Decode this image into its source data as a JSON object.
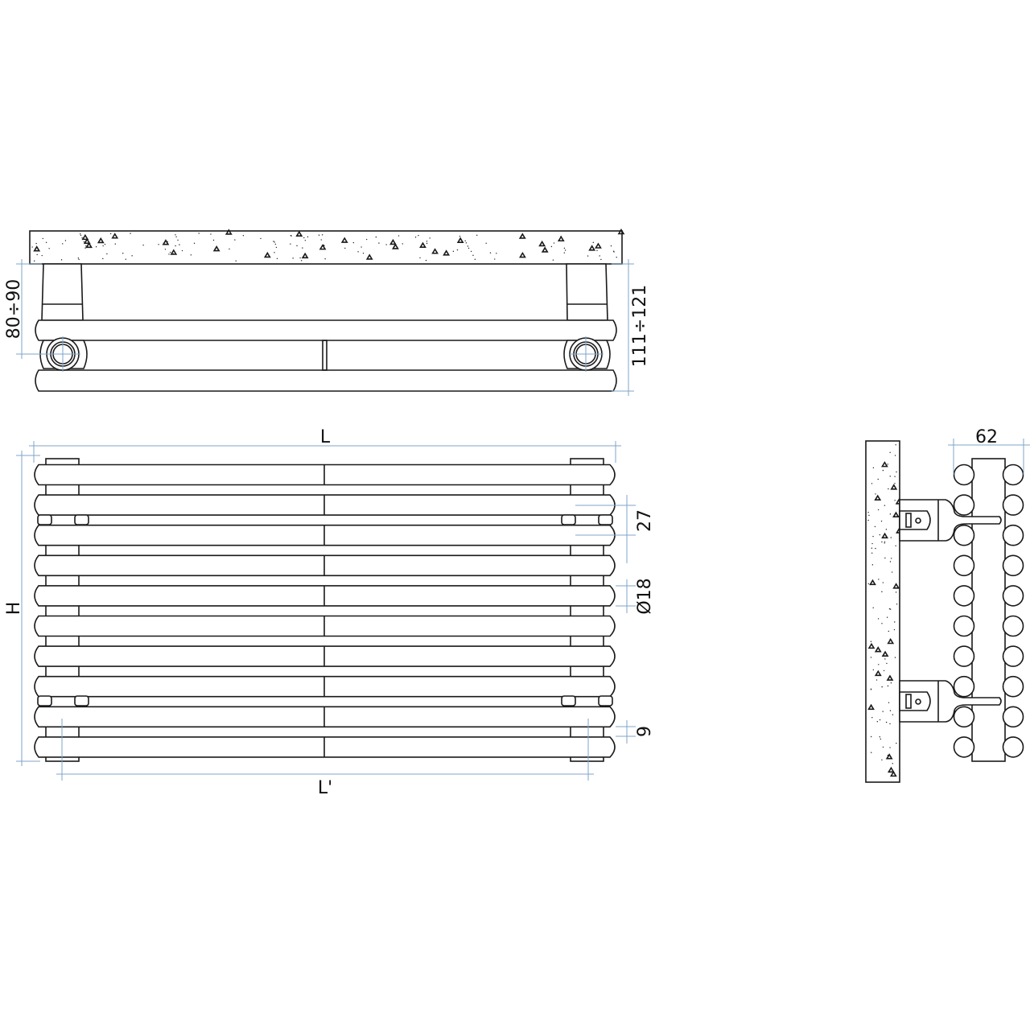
{
  "views": {
    "top": {
      "dim_depth_label": "80÷90",
      "dim_total_label": "111÷121"
    },
    "front": {
      "dim_length_label": "L",
      "dim_height_label": "H",
      "dim_pitch_label": "27",
      "dim_tube_label": "Ø18",
      "dim_gap_label": "9",
      "dim_centers_label": "L'",
      "tube_count": 10
    },
    "side": {
      "dim_width_label": "62"
    }
  },
  "colors": {
    "line": "#1a1a1a",
    "dimension": "#7fa6c9"
  }
}
